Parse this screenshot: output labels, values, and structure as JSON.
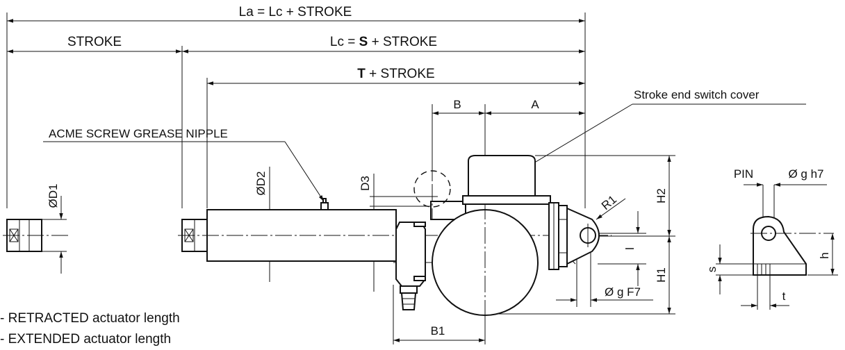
{
  "dimensions": {
    "la": "La = Lc + STROKE",
    "stroke": "STROKE",
    "lc_prefix": "Lc = ",
    "lc_bold": "S",
    "lc_suffix": " + STROKE",
    "t_bold": "T",
    "t_suffix": " + STROKE",
    "b": "B",
    "a": "A",
    "b1": "B1",
    "d1": "ØD1",
    "d2": "ØD2",
    "d3": "D3",
    "h1": "H1",
    "h2": "H2",
    "r1": "R1",
    "l": "l",
    "gf7": "Ø g F7",
    "pin": "PIN",
    "gh7": "Ø g h7",
    "h": "h",
    "s": "s",
    "t": "t"
  },
  "callouts": {
    "grease_nipple": "ACME SCREW GREASE NIPPLE",
    "switch_cover": "Stroke end switch cover"
  },
  "legend": [
    "- RETRACTED actuator length",
    "- EXTENDED actuator length"
  ]
}
